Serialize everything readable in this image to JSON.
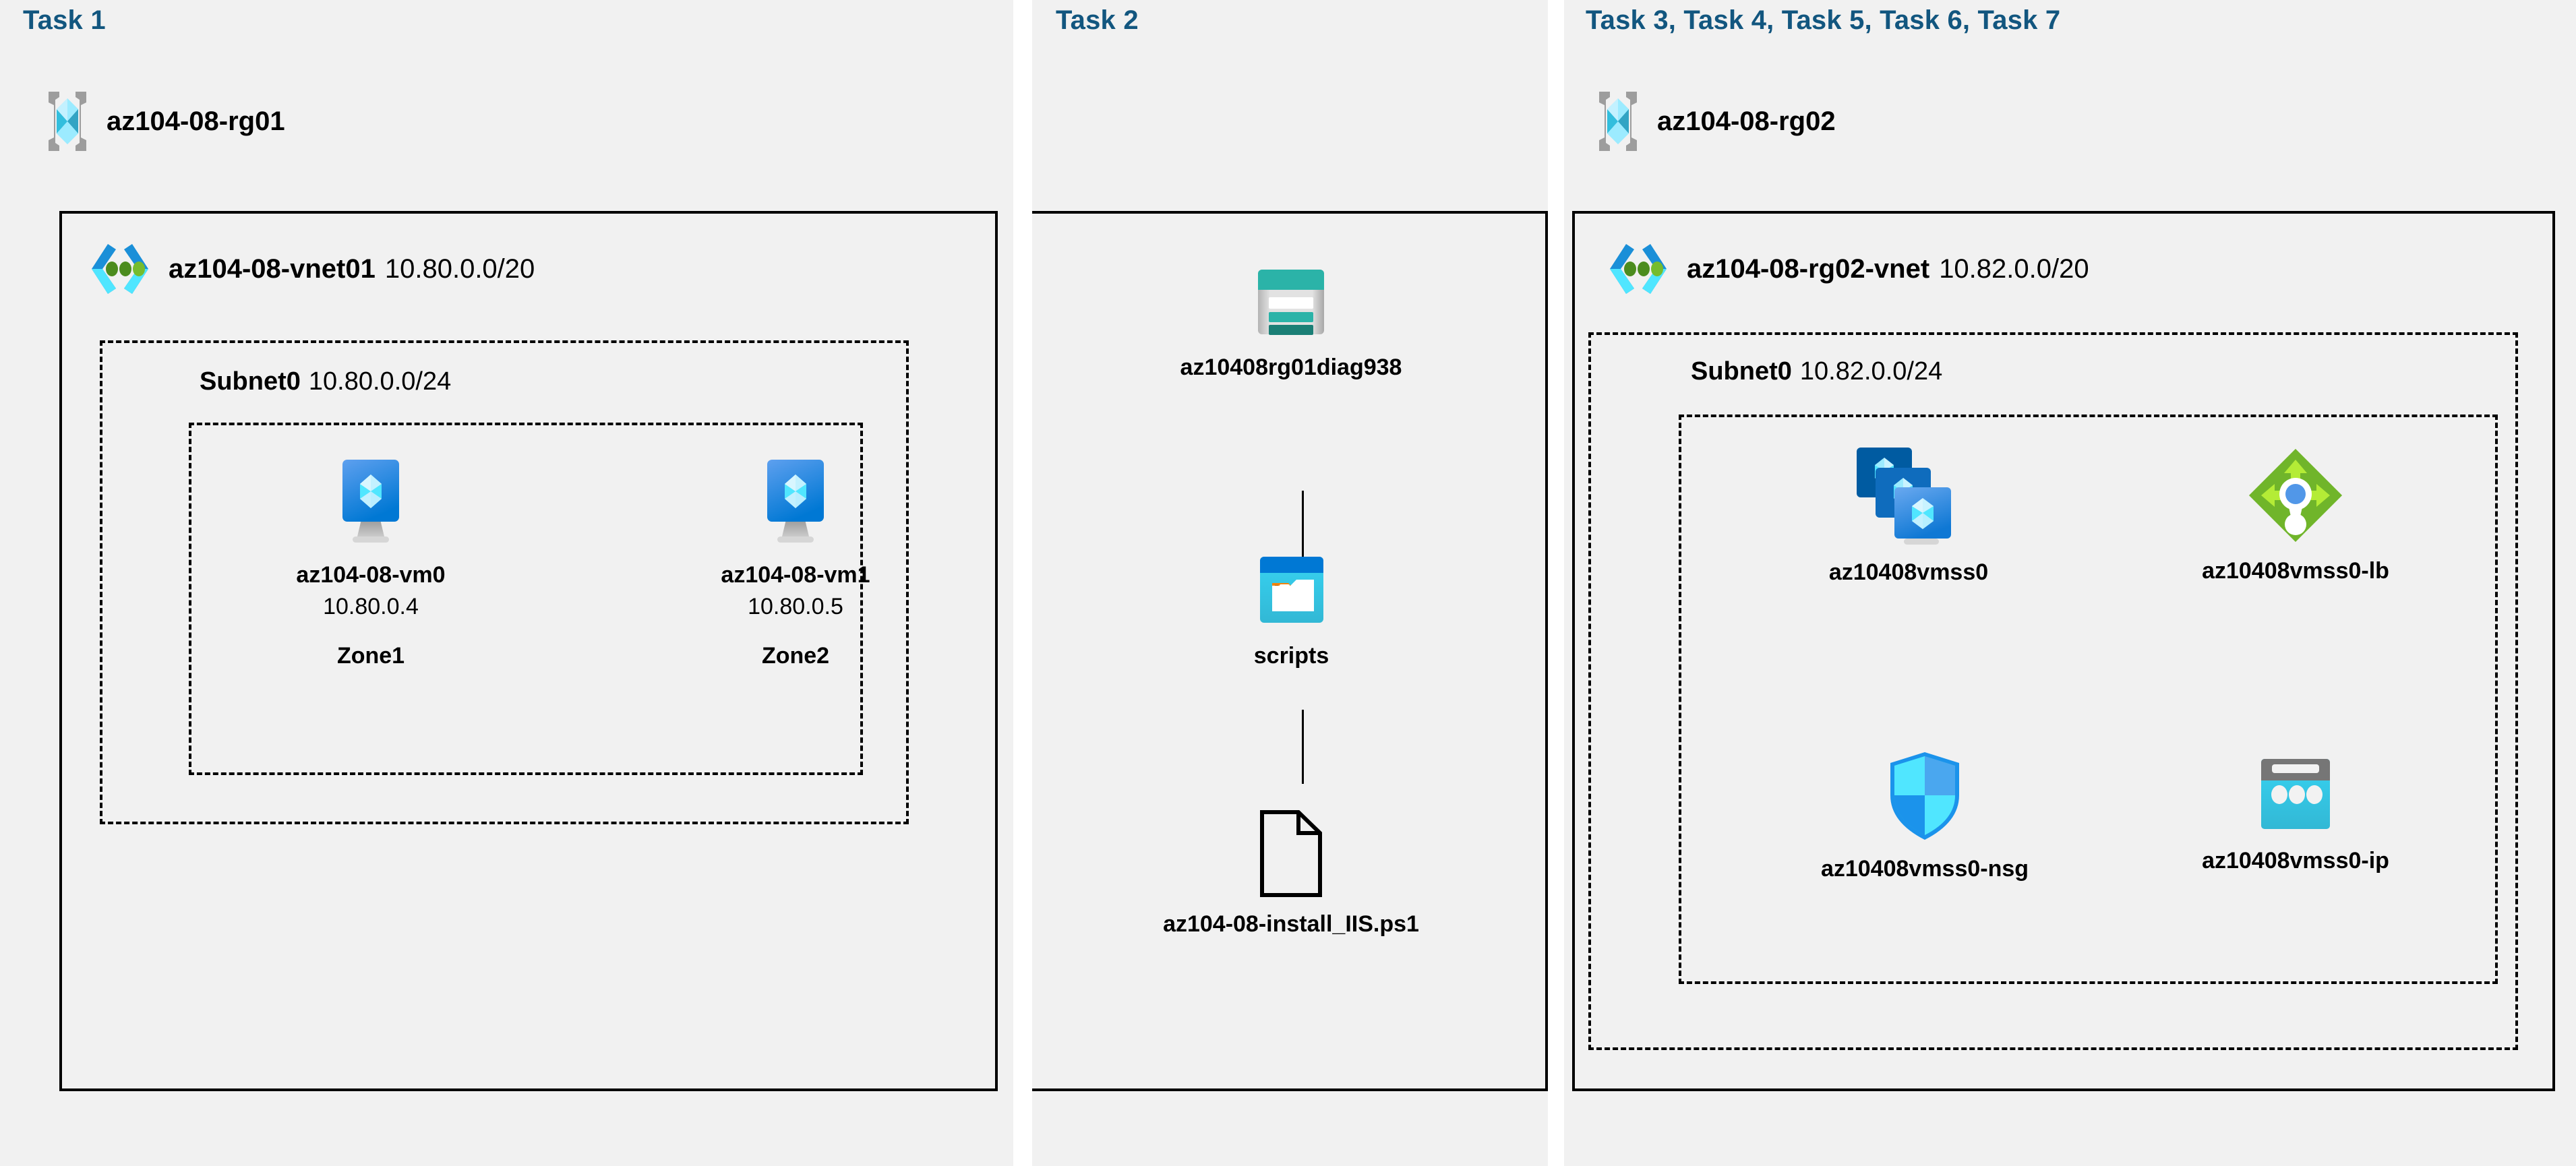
{
  "diagram": {
    "title_color": "#12567f",
    "panel_bg": "#f1f1f1",
    "line_color": "#000000"
  },
  "panels": [
    {
      "id": "task1",
      "task_label": "Task 1",
      "resource_group": {
        "name": "az104-08-rg01",
        "icon": "resource-group-icon"
      },
      "vnet": {
        "name": "az104-08-vnet01",
        "cidr": "10.80.0.0/20",
        "icon": "virtual-network-icon"
      },
      "subnet": {
        "name": "Subnet0",
        "cidr": "10.80.0.0/24"
      },
      "vms": [
        {
          "name": "az104-08-vm0",
          "ip": "10.80.0.4",
          "zone": "Zone1",
          "icon": "virtual-machine-icon"
        },
        {
          "name": "az104-08-vm1",
          "ip": "10.80.0.5",
          "zone": "Zone2",
          "icon": "virtual-machine-icon"
        }
      ]
    },
    {
      "id": "task2",
      "task_label": "Task 2",
      "nodes": [
        {
          "name": "az10408rg01diag938",
          "icon": "storage-account-icon"
        },
        {
          "name": "scripts",
          "icon": "blob-container-icon"
        },
        {
          "name": "az104-08-install_IIS.ps1",
          "icon": "file-icon"
        }
      ]
    },
    {
      "id": "task3",
      "task_label": "Task 3, Task 4, Task 5, Task 6, Task 7",
      "resource_group": {
        "name": "az104-08-rg02",
        "icon": "resource-group-icon"
      },
      "vnet": {
        "name": "az104-08-rg02-vnet",
        "cidr": "10.82.0.0/20",
        "icon": "virtual-network-icon"
      },
      "subnet": {
        "name": "Subnet0",
        "cidr": "10.82.0.0/24"
      },
      "resources": [
        {
          "name": "az10408vmss0",
          "icon": "vm-scale-set-icon"
        },
        {
          "name": "az10408vmss0-lb",
          "icon": "load-balancer-icon"
        },
        {
          "name": "az10408vmss0-nsg",
          "icon": "network-security-group-icon"
        },
        {
          "name": "az10408vmss0-ip",
          "icon": "public-ip-address-icon"
        }
      ]
    }
  ],
  "colors": {
    "azure_blue": "#0078d4",
    "cyan": "#32bedd",
    "light_cyan": "#9cebff",
    "teal": "#2bb3a8",
    "teal_dark": "#1b7f76",
    "green_dark": "#7fba42",
    "green_light": "#b4ec36",
    "grey": "#767676",
    "orange": "#f2840d"
  }
}
